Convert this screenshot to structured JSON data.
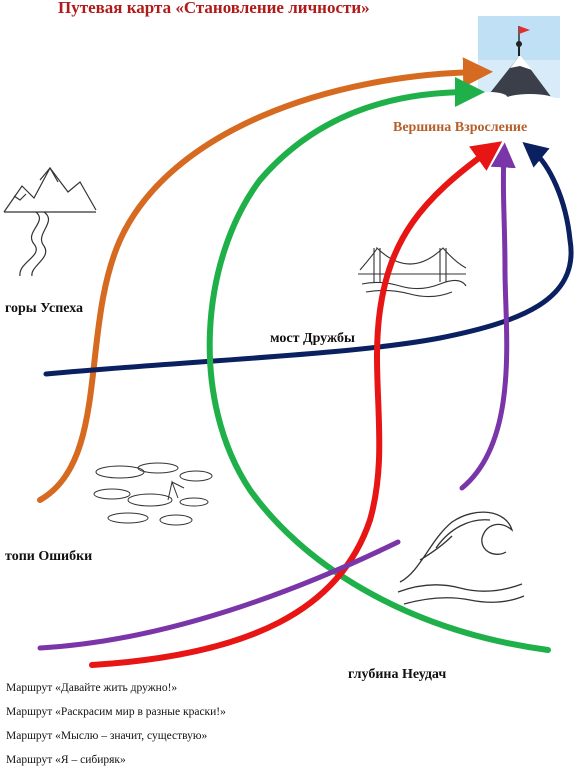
{
  "title": "Путевая карта «Становление личности»",
  "places": {
    "mountains": "горы Успеха",
    "bridge": "мост Дружбы",
    "swamp": "топи Ошибки",
    "depth": "глубина Неудач",
    "summit": "Вершина Взросление"
  },
  "routes": [
    {
      "name": "Маршрут «Давайте жить дружно!»",
      "color": "#0b2060"
    },
    {
      "name": "Маршрут «Раскрасим мир в разные краски!»",
      "color": "#d66a20"
    },
    {
      "name": "Маршрут «Мыслю – значит, существую»",
      "color": "#1fb04a"
    },
    {
      "name": "Маршрут «Я – сибиряк»",
      "color": "#e81515"
    }
  ],
  "extra_route_color": "#7a35a8",
  "icons": [
    "mountains-icon",
    "bridge-icon",
    "swamp-icon",
    "wave-icon",
    "summit-flag-icon"
  ]
}
